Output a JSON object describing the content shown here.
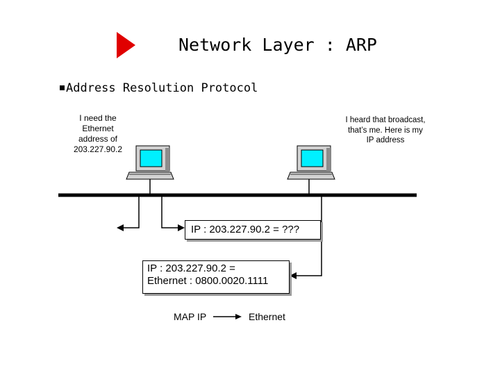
{
  "title": "Network Layer : ARP",
  "bullet": "Address Resolution Protocol",
  "caption_left": [
    "I need the",
    "Ethernet",
    "address of",
    "203.227.90.2"
  ],
  "caption_right": [
    "I heard that broadcast,",
    "that’s me. Here is my",
    "IP address"
  ],
  "query_box": "IP : 203.227.90.2 = ???",
  "reply_box": [
    "IP : 203.227.90.2 =",
    "Ethernet : 0800.0020.1111"
  ],
  "legend": {
    "from": "MAP IP",
    "to": "Ethernet"
  },
  "icons": {
    "title_marker": "play-triangle-icon",
    "computers": [
      "computer-icon",
      "computer-icon"
    ]
  },
  "colors": {
    "marker_red": "#e00000",
    "screen_cyan": "#00f0ff",
    "shadow_gray": "#9a9a9a"
  }
}
